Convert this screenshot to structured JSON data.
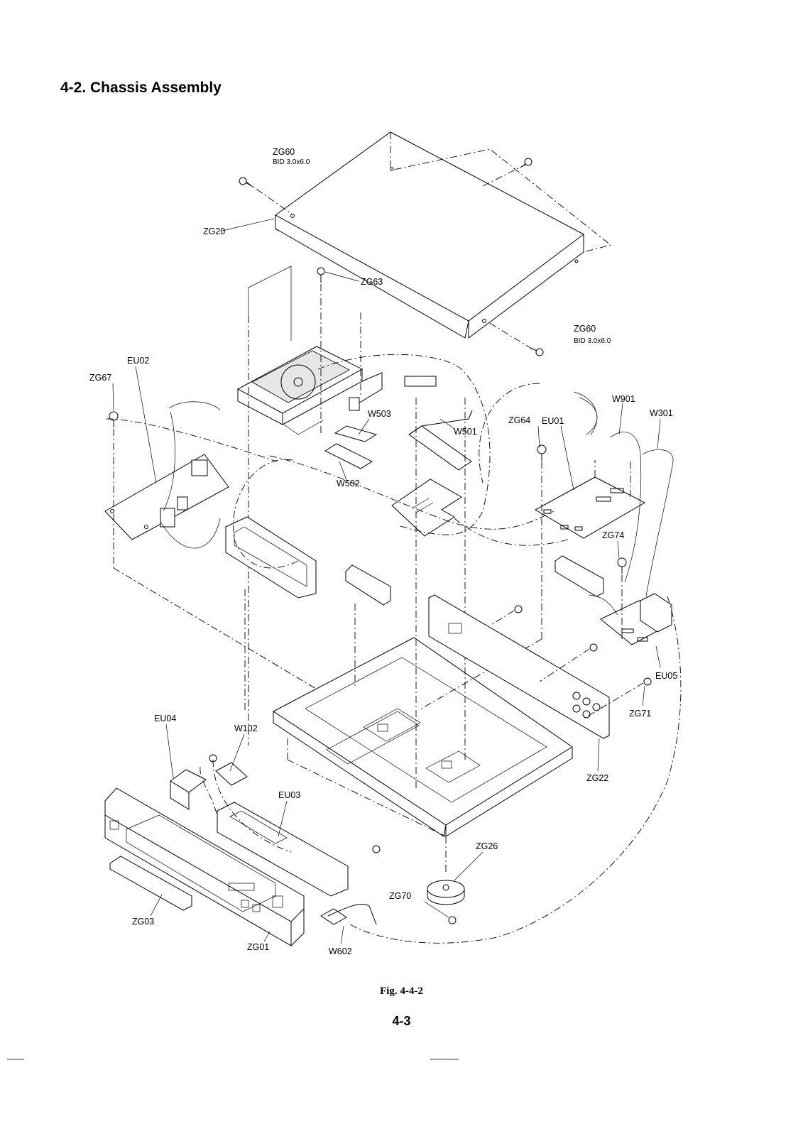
{
  "page": {
    "section_title": "4-2.  Chassis Assembly",
    "figure_caption": "Fig. 4-4-2",
    "page_number": "4-3"
  },
  "callouts": {
    "zg60_top": "ZG60",
    "zg60_top_spec": "BID 3.0x6.0",
    "zg20": "ZG20",
    "zg63": "ZG63",
    "zg60_right": "ZG60",
    "zg60_right_spec": "BID 3.0x6.0",
    "eu02": "EU02",
    "zg67": "ZG67",
    "w503": "W503",
    "w501": "W501",
    "zg64": "ZG64",
    "eu01": "EU01",
    "w901": "W901",
    "w301": "W301",
    "w502": "W502",
    "zg74": "ZG74",
    "eu05": "EU05",
    "zg71": "ZG71",
    "zg22": "ZG22",
    "eu04": "EU04",
    "w102": "W102",
    "eu03": "EU03",
    "zg26": "ZG26",
    "zg70": "ZG70",
    "zg03": "ZG03",
    "zg01": "ZG01",
    "w602": "W602"
  }
}
